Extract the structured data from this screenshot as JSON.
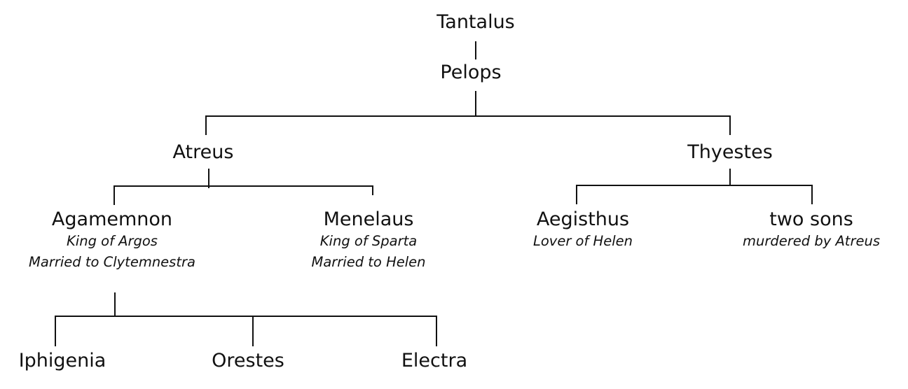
{
  "nodes": {
    "tantalus": {
      "name": "Tantalus"
    },
    "pelops": {
      "name": "Pelops"
    },
    "atreus": {
      "name": "Atreus"
    },
    "thyestes": {
      "name": "Thyestes"
    },
    "agamemnon": {
      "name": "Agamemnon",
      "notes": [
        "King of Argos",
        "Married to Clytemnestra"
      ]
    },
    "menelaus": {
      "name": "Menelaus",
      "notes": [
        "King of Sparta",
        "Married to Helen"
      ]
    },
    "aegisthus": {
      "name": "Aegisthus",
      "notes": [
        "Lover of Helen"
      ]
    },
    "two_sons": {
      "name": "two sons",
      "notes": [
        "murdered by Atreus"
      ]
    },
    "iphigenia": {
      "name": "Iphigenia"
    },
    "orestes": {
      "name": "Orestes"
    },
    "electra": {
      "name": "Electra"
    }
  }
}
